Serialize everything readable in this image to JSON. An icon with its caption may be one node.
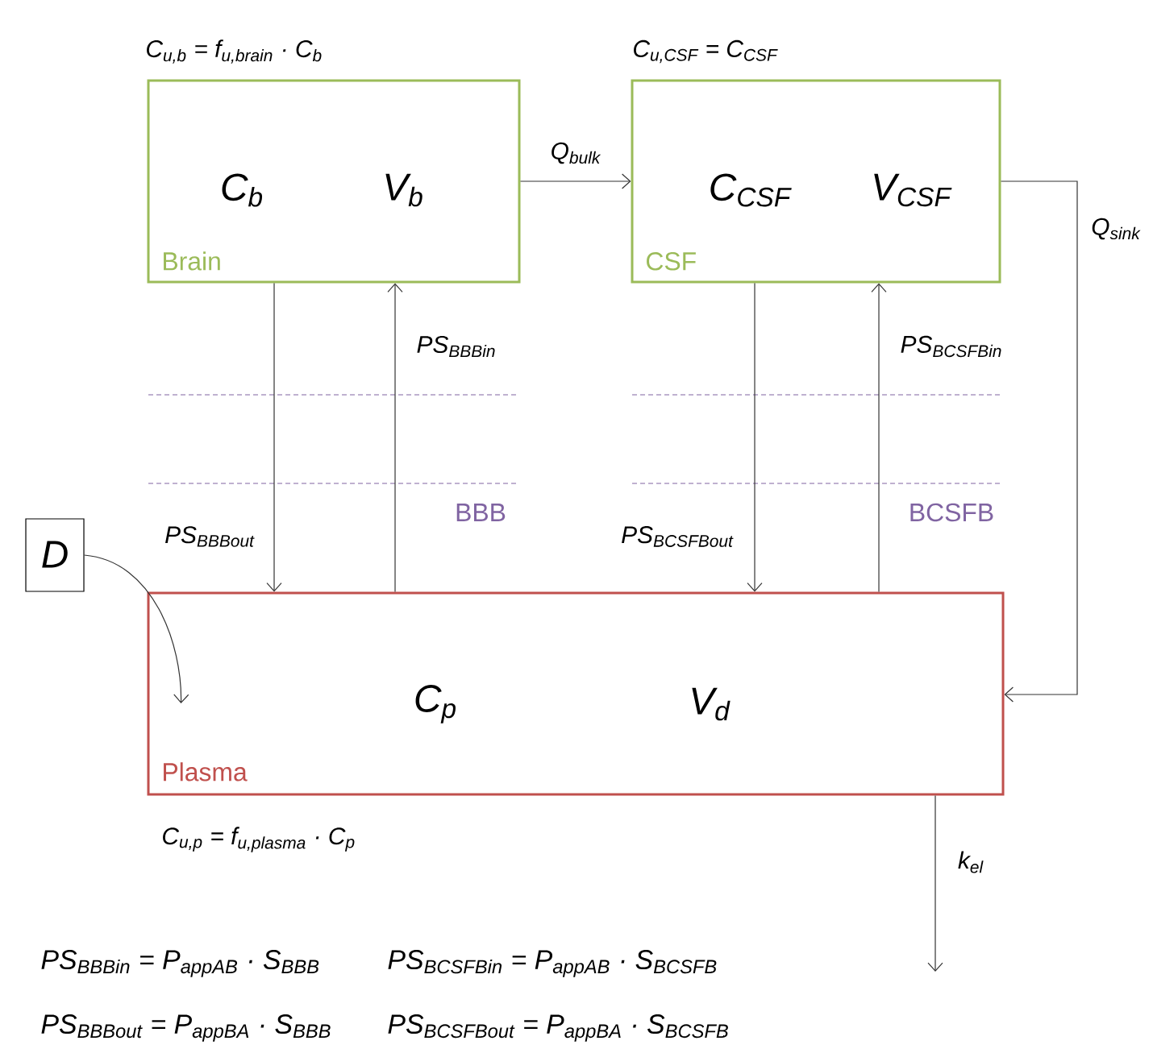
{
  "diagram": {
    "nodes": [
      {
        "text": [
          "C$_{b}$",
          "V$_{b}$",
          "Brain"
        ],
        "beside": [
          "C$_{u,b}$ = f$_{u,brain}$ · C$_{b}$"
        ]
      },
      {
        "text": [
          "C$_{CSF}$",
          "V$_{CSF}$",
          "CSF"
        ],
        "beside": [
          "C$_{u,CSF}$ = C$_{CSF}$"
        ]
      },
      {
        "text": [
          "C$_{p}$",
          "V$_{d}$",
          "Plasma"
        ],
        "beside": [
          "C$_{u,p}$ = f$_{u,plasma}$ · C$_{p}$"
        ]
      },
      {
        "text": [
          "D"
        ]
      }
    ],
    "edges": [
      {
        "from": 0,
        "to": 1,
        "arrow": "to",
        "label": "Q$_{bulk}$"
      },
      {
        "from": 0,
        "to": 2,
        "arrow": "to",
        "label": "PS$_{BBBout}$"
      },
      {
        "from": 2,
        "to": 0,
        "arrow": "to",
        "label": "PS$_{BBBin}$"
      },
      {
        "from": 1,
        "to": 2,
        "arrow": "to",
        "label": "PS$_{BCSFBout}$"
      },
      {
        "from": 2,
        "to": 1,
        "arrow": "to",
        "label": "PS$_{BCSFBin}$"
      },
      {
        "from": 1,
        "to": 2,
        "arrow": "to",
        "label": "Q$_{sink}$"
      },
      {
        "from": 3,
        "to": 2,
        "arrow": "to"
      },
      {
        "from": 2,
        "to": null,
        "arrow": "to",
        "label": "k$_{el}$"
      }
    ],
    "labels": [
      "BBB",
      "BCSFB",
      "PS$_{BBBin}$ = P$_{appAB}$ · S$_{BBB}$",
      "PS$_{BCSFBin}$ = P$_{appAB}$ · S$_{BCSFB}$",
      "PS$_{BBBout}$ = P$_{appBA}$ · S$_{BBB}$",
      "PS$_{BCSFBout}$ = P$_{appBA}$ · S$_{BCSFB}$"
    ]
  }
}
